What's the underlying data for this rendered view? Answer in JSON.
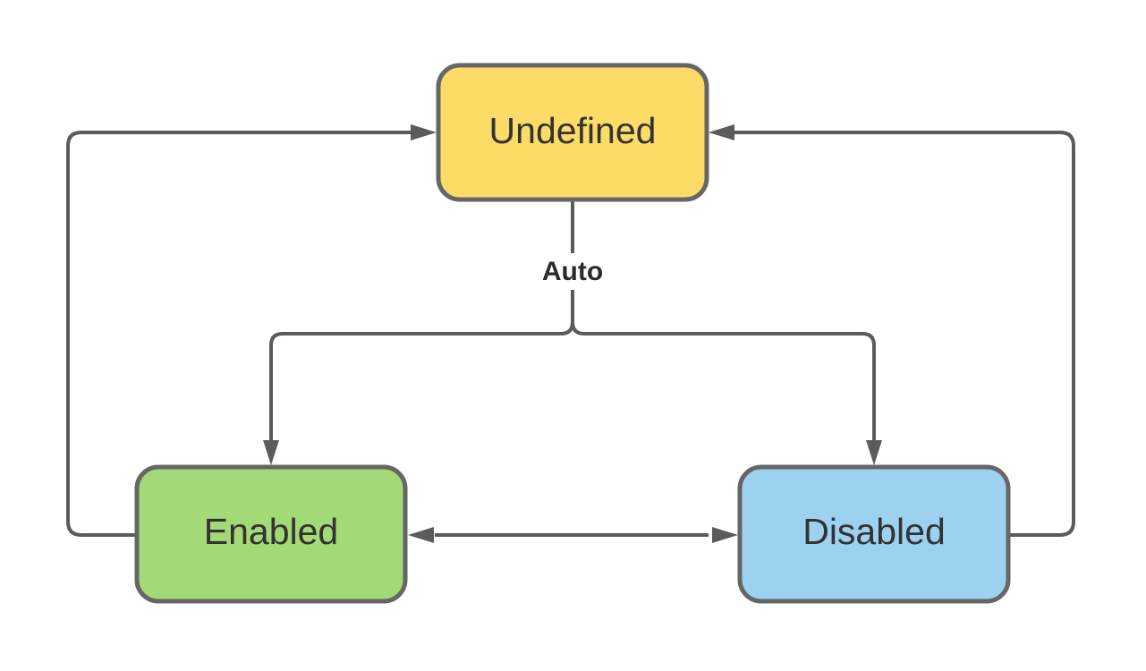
{
  "diagram": {
    "background": "#ffffff",
    "connector_color": "#5b5b5b",
    "node_border_color": "#666666",
    "node_text_color": "#333333",
    "edge_label_color": "#2b2b2b",
    "nodes": {
      "undefined": {
        "label": "Undefined",
        "fill": "#fddb67"
      },
      "enabled": {
        "label": "Enabled",
        "fill": "#a3d977"
      },
      "disabled": {
        "label": "Disabled",
        "fill": "#9cd2f0"
      }
    },
    "edges": [
      {
        "from": "undefined",
        "to": [
          "enabled",
          "disabled"
        ],
        "label": "Auto"
      },
      {
        "from": "enabled",
        "to": "undefined",
        "label": ""
      },
      {
        "from": "disabled",
        "to": "undefined",
        "label": ""
      },
      {
        "from": "enabled",
        "to": "disabled",
        "label": "",
        "bidirectional": true
      }
    ]
  }
}
